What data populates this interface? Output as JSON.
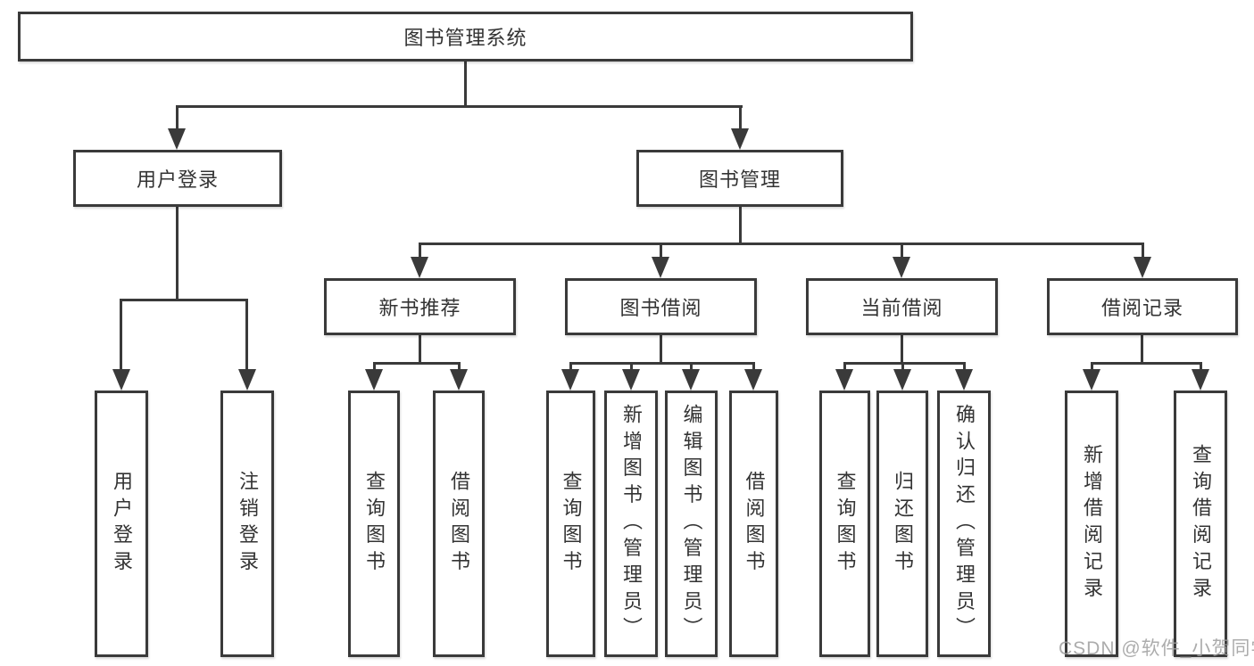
{
  "diagram": {
    "root": "图书管理系统",
    "level2": {
      "user_login": "用户登录",
      "book_mgmt": "图书管理"
    },
    "level3": {
      "new_books": "新书推荐",
      "book_borrow": "图书借阅",
      "current_borrow": "当前借阅",
      "borrow_records": "借阅记录"
    },
    "leaves": {
      "user_login": [
        "用户登录",
        "注销登录"
      ],
      "new_books": [
        "查询图书",
        "借阅图书"
      ],
      "book_borrow": [
        "查询图书",
        "新增图书（管理员）",
        "编辑图书（管理员）",
        "借阅图书"
      ],
      "current_borrow": [
        "查询图书",
        "归还图书",
        "确认归还（管理员）"
      ],
      "borrow_records": [
        "新增借阅记录",
        "查询借阅记录"
      ]
    }
  },
  "watermark": "CSDN @软件_小贺同学",
  "colors": {
    "line": "#3a3a3a",
    "text": "#333333",
    "watermark": "#9e9e9e",
    "background": "#ffffff"
  }
}
